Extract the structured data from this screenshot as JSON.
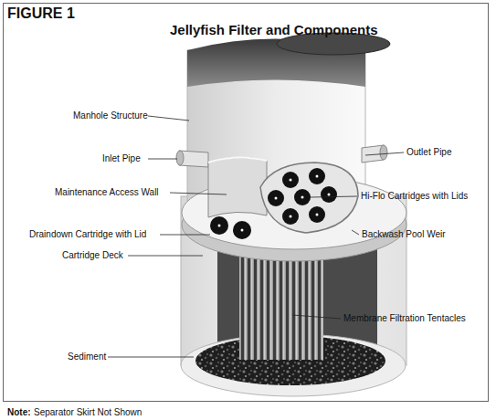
{
  "diagram": {
    "title": "Jellyfish Filter and Components",
    "labels": [
      "FIGURE 1",
      "Manhole Structure",
      "Inlet Pipe",
      "Outlet Pipe",
      "Maintenance Access Wall",
      "Hi-Flo Cartridges with Lids",
      "Draindown Cartridge with Lid",
      "Backwash Pool Weir",
      "Cartridge Deck",
      "Membrane Filtration Tentacles",
      "Sediment",
      "Note:",
      "Separator Skirt Not Shown"
    ]
  }
}
